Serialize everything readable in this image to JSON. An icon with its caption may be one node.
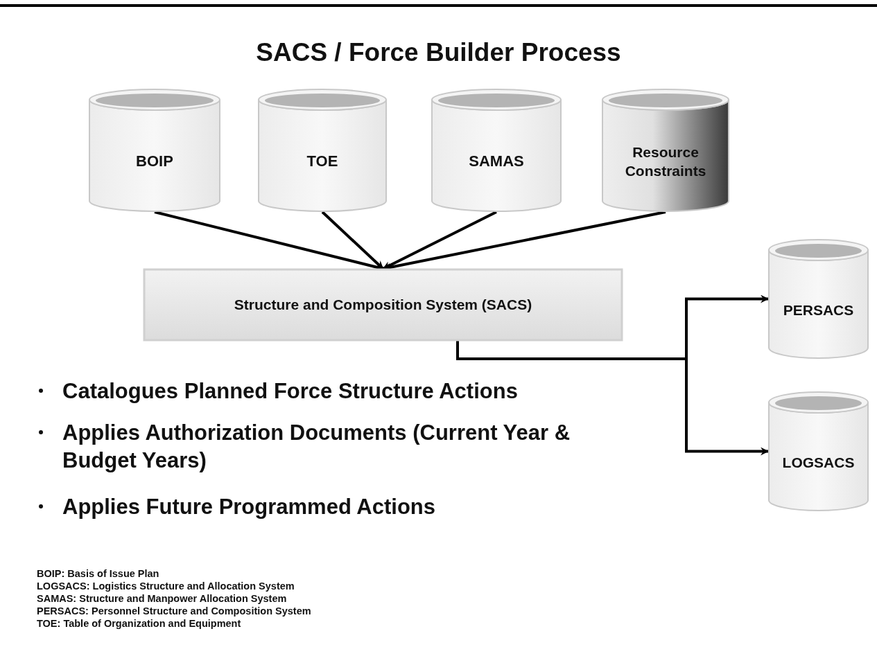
{
  "diagram": {
    "title": "SACS / Force Builder Process",
    "nodes": [
      {
        "text": [
          "BOIP"
        ]
      },
      {
        "text": [
          "TOE"
        ]
      },
      {
        "text": [
          "SAMAS"
        ]
      },
      {
        "text": [
          "Resource Constraints"
        ]
      },
      {
        "text": [
          "Structure and Composition System (SACS)"
        ]
      },
      {
        "text": [
          "PERSACS"
        ]
      },
      {
        "text": [
          "LOGSACS"
        ]
      }
    ],
    "edges": [
      {
        "from": 0,
        "to": 4,
        "arrow": "to"
      },
      {
        "from": 1,
        "to": 4,
        "arrow": "to"
      },
      {
        "from": 2,
        "to": 4,
        "arrow": "to"
      },
      {
        "from": 3,
        "to": 4,
        "arrow": "to"
      },
      {
        "from": 4,
        "to": 5,
        "arrow": "to"
      },
      {
        "from": 4,
        "to": 6,
        "arrow": "to"
      }
    ],
    "labels": [
      "Catalogues Planned Force Structure Actions",
      "Applies Authorization Documents (Current Year & Budget Years)",
      "Applies Future Programmed Actions",
      "BOIP:  Basis of Issue Plan",
      "LOGSACS:  Logistics Structure and Allocation System",
      "SAMAS:  Structure and Manpower Allocation System",
      "PERSACS:  Personnel Structure and Composition System",
      "TOE:  Table of Organization and Equipment"
    ]
  }
}
